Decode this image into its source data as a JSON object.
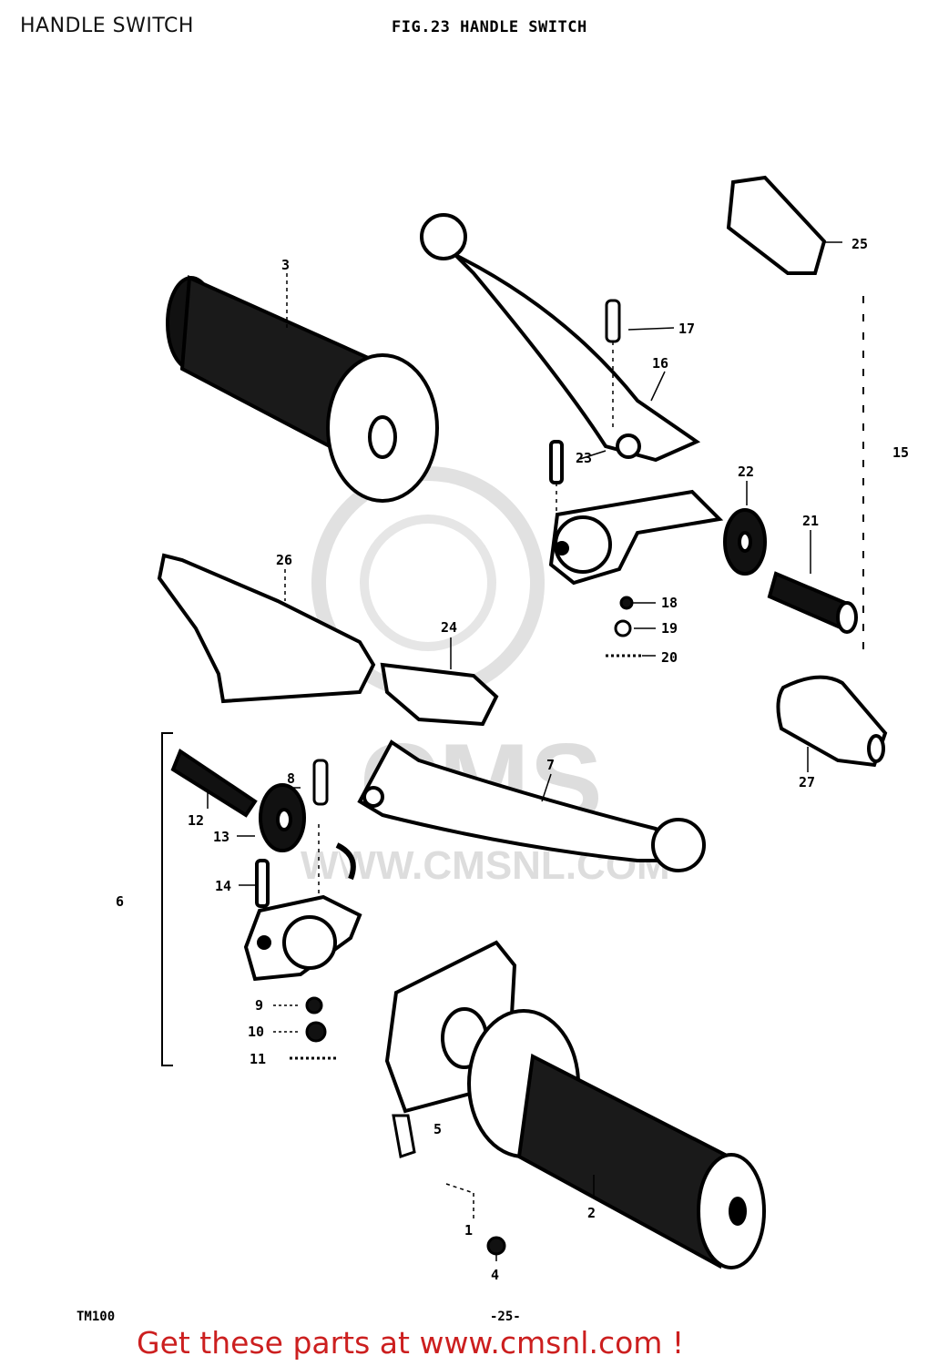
{
  "header": {
    "page_label": "HANDLE SWITCH",
    "figure_title": "FIG.23 HANDLE SWITCH"
  },
  "watermark": {
    "logo_text": "CMS",
    "url_text": "WWW.CMSNL.COM",
    "color": "#d8d8d8"
  },
  "callouts": [
    "1",
    "2",
    "3",
    "4",
    "5",
    "6",
    "7",
    "8",
    "9",
    "10",
    "11",
    "12",
    "13",
    "14",
    "15",
    "16",
    "17",
    "18",
    "19",
    "20",
    "21",
    "22",
    "23",
    "24",
    "25",
    "26",
    "27"
  ],
  "footer": {
    "model": "TM100",
    "page_number": "-25-",
    "link_text": "Get these parts at www.cmsnl.com !",
    "link_color": "#cc1f1f"
  }
}
